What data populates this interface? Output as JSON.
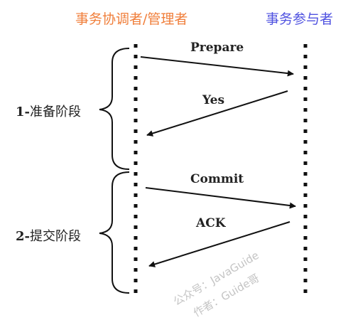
{
  "header": {
    "coordinator": "事务协调者/管理者",
    "participant": "事务参与者"
  },
  "messages": {
    "prepare": "Prepare",
    "yes": "Yes",
    "commit": "Commit",
    "ack": "ACK"
  },
  "phases": {
    "phase1_number": "1-",
    "phase1_name": "准备阶段",
    "phase2_number": "2-",
    "phase2_name": "提交阶段"
  },
  "watermark": {
    "line1": "公众号：JavaGuide",
    "line2": "作者：Guide哥"
  },
  "colors": {
    "coordinator": "#f07e3a",
    "participant": "#4f52e0",
    "line": "#111111"
  }
}
